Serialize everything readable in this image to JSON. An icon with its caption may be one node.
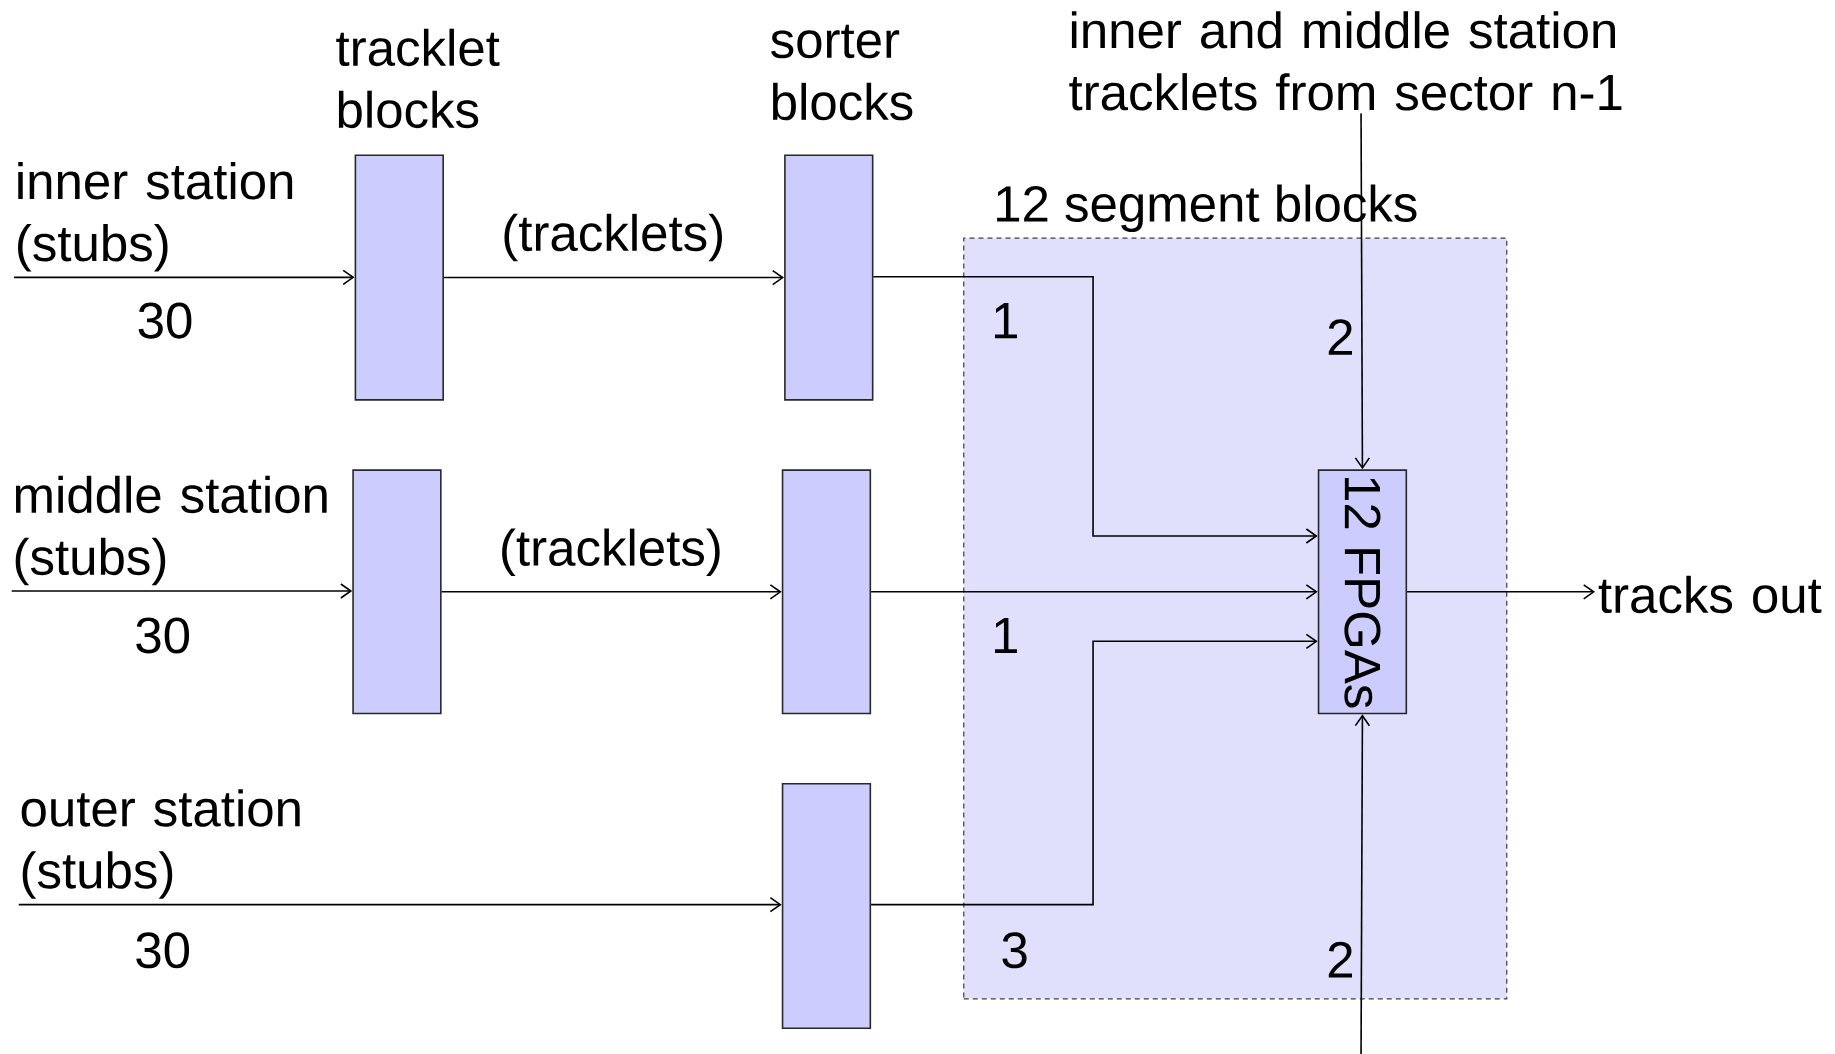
{
  "diagram": {
    "nodes": [
      {
        "text": [],
        "shape": "box",
        "beside": [
          "tracklet blocks"
        ]
      },
      {
        "text": [],
        "shape": "box"
      },
      {
        "text": [],
        "shape": "box",
        "beside": [
          "sorter blocks"
        ]
      },
      {
        "text": [],
        "shape": "box"
      },
      {
        "text": [],
        "shape": "box"
      },
      {
        "text": [
          "12 segment blocks"
        ]
      },
      {
        "text": [
          "12 FPGAs"
        ],
        "in": 5
      },
      {
        "text": [
          "tracks out"
        ]
      },
      {
        "text": [
          "inner and middle station tracklets from sector n-1"
        ]
      },
      {
        "text": [
          "inner station (stubs)"
        ]
      },
      {
        "text": [
          "middle station (stubs)"
        ]
      },
      {
        "text": [
          "outer station (stubs)"
        ]
      }
    ],
    "edges": [
      {
        "from": 9,
        "to": 0,
        "arrow": "to",
        "label": "30"
      },
      {
        "from": 10,
        "to": 1,
        "arrow": "to",
        "label": "30"
      },
      {
        "from": 11,
        "to": 4,
        "arrow": "to",
        "label": "30"
      },
      {
        "from": 0,
        "to": 2,
        "arrow": "to",
        "label": "(tracklets)"
      },
      {
        "from": 1,
        "to": 3,
        "arrow": "to",
        "label": "(tracklets)"
      },
      {
        "from": 2,
        "to": 6,
        "arrow": "to",
        "label": "1"
      },
      {
        "from": 3,
        "to": 6,
        "arrow": "to",
        "label": "1"
      },
      {
        "from": 4,
        "to": 6,
        "arrow": "to",
        "label": "3"
      },
      {
        "from": 8,
        "to": 6,
        "arrow": "to",
        "label": "2"
      },
      {
        "from": null,
        "to": 6,
        "arrow": "to",
        "label": "2"
      },
      {
        "from": 6,
        "to": 7,
        "arrow": "to"
      }
    ]
  }
}
